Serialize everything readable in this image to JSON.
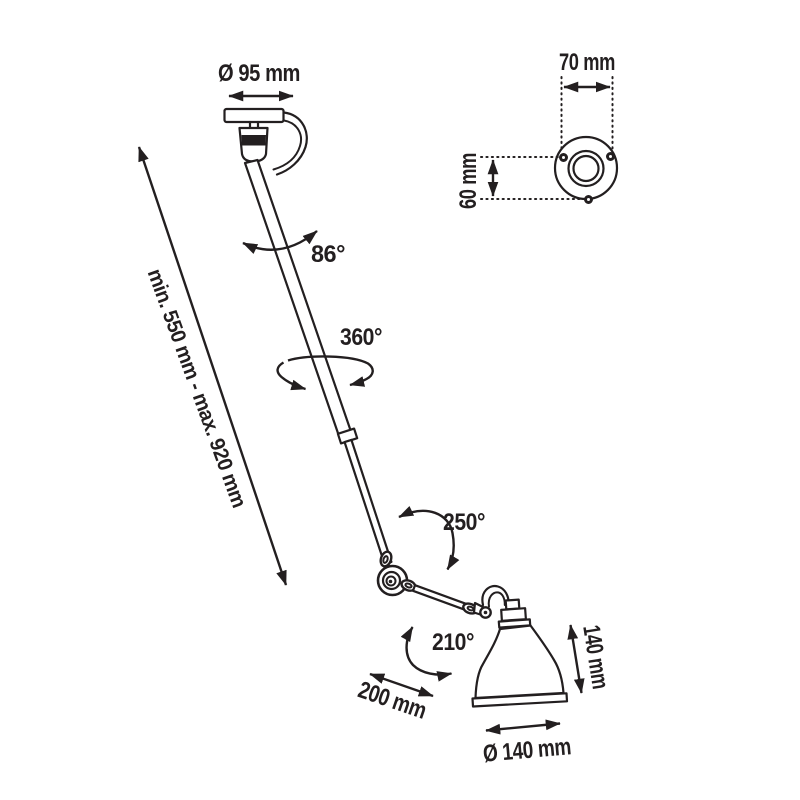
{
  "diagram": {
    "type": "technical-dimension-drawing",
    "subject": "articulated ceiling lamp with telescopic arm",
    "colors": {
      "line": "#231f20",
      "background": "#ffffff"
    },
    "labels": {
      "canopy_diameter": "Ø 95 mm",
      "flange_width": "70 mm",
      "flange_height": "60 mm",
      "tilt_angle": "86°",
      "rotation_angle": "360°",
      "length_range": "min. 550 mm - max. 920 mm",
      "elbow_angle": "250°",
      "shade_tilt_angle": "210°",
      "arm_length": "200 mm",
      "shade_height": "140 mm",
      "shade_diameter": "Ø 140 mm"
    }
  }
}
